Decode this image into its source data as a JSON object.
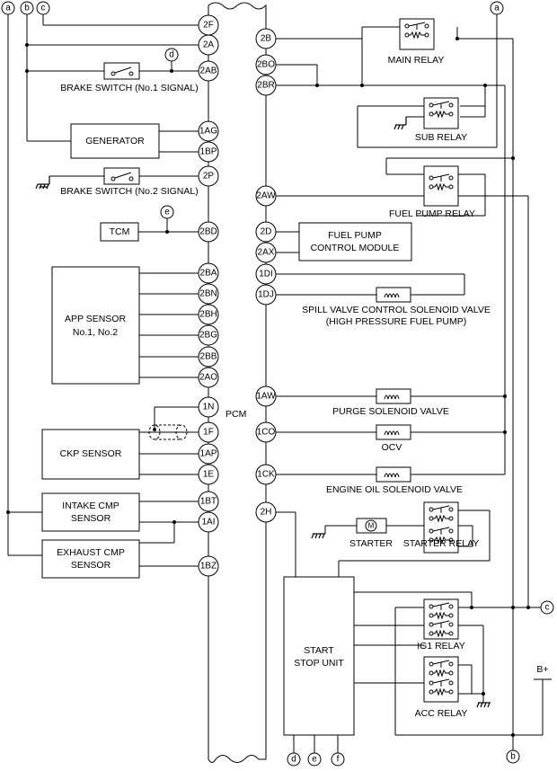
{
  "pcm": {
    "label": "PCM",
    "left_pins": [
      "2F",
      "2A",
      "2AB",
      "1AG",
      "1BP",
      "2P",
      "2BD",
      "2BA",
      "2BN",
      "2BH",
      "2BG",
      "2BB",
      "2AO",
      "1N",
      "1F",
      "1AP",
      "1E",
      "1BT",
      "1AI",
      "1BZ"
    ],
    "right_pins": [
      "2B",
      "2BO",
      "2BR",
      "2AW",
      "2D",
      "2AX",
      "1DI",
      "1DJ",
      "1AW",
      "1CO",
      "1CK",
      "2H"
    ]
  },
  "connectors": {
    "a": "a",
    "b": "b",
    "c": "c",
    "d": "d",
    "e": "e",
    "f": "f"
  },
  "components": {
    "brake_switch_1": "BRAKE SWITCH (No.1 SIGNAL)",
    "generator": "GENERATOR",
    "brake_switch_2": "BRAKE SWITCH (No.2 SIGNAL)",
    "tcm": "TCM",
    "app_sensor_line1": "APP SENSOR",
    "app_sensor_line2": "No.1, No.2",
    "ckp_sensor": "CKP SENSOR",
    "intake_cmp_line1": "INTAKE CMP",
    "intake_cmp_line2": "SENSOR",
    "exhaust_cmp_line1": "EXHAUST CMP",
    "exhaust_cmp_line2": "SENSOR",
    "main_relay": "MAIN RELAY",
    "sub_relay": "SUB RELAY",
    "fuel_pump_relay": "FUEL PUMP RELAY",
    "fuel_pump_cm_line1": "FUEL PUMP",
    "fuel_pump_cm_line2": "CONTROL MODULE",
    "spill_valve_line1": "SPILL VALVE CONTROL SOLENOID VALVE",
    "spill_valve_line2": "(HIGH PRESSURE FUEL PUMP)",
    "purge_solenoid": "PURGE SOLENOID VALVE",
    "ocv": "OCV",
    "engine_oil_solenoid": "ENGINE OIL SOLENOID VALVE",
    "starter": "STARTER",
    "starter_relay": "STARTER RELAY",
    "start_stop_line1": "START",
    "start_stop_line2": "STOP UNIT",
    "ig1_relay": "IG1 RELAY",
    "acc_relay": "ACC RELAY",
    "battery": "B+",
    "motor_symbol": "M"
  }
}
